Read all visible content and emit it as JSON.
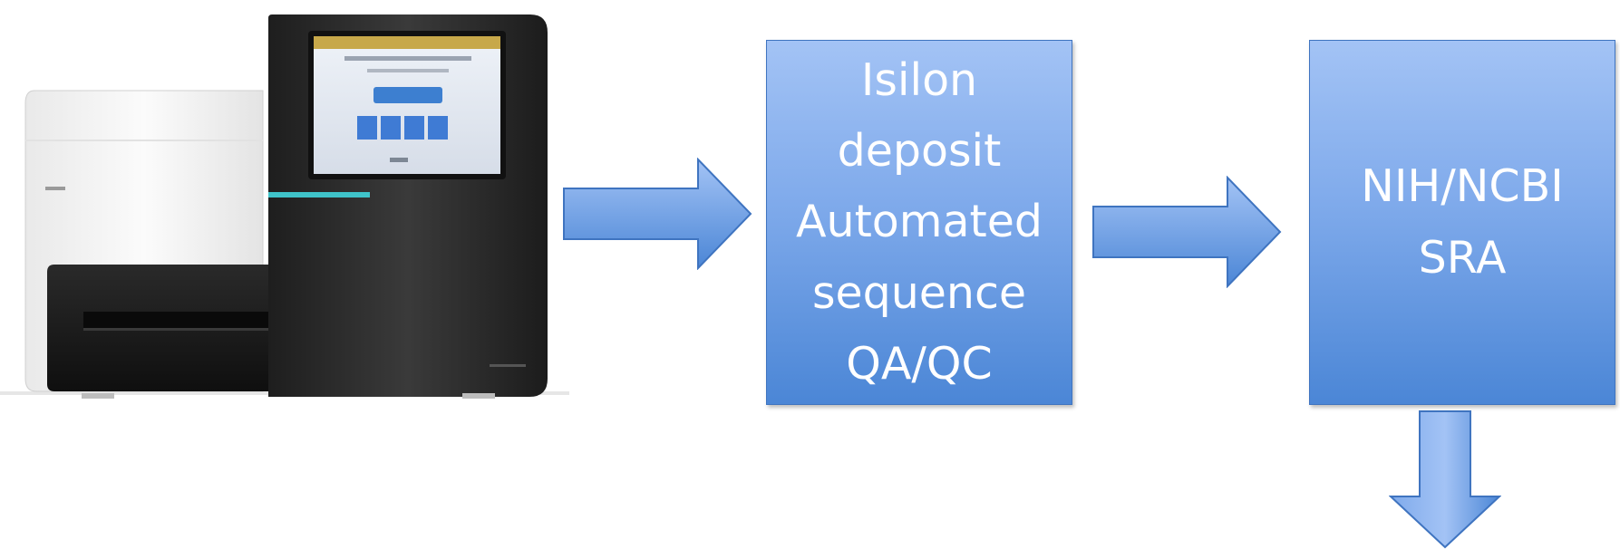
{
  "diagram": {
    "nodes": [
      {
        "id": "sequencer",
        "label": "",
        "kind": "image",
        "icon": "sequencing-instrument"
      },
      {
        "id": "isilon",
        "lines": [
          "Isilon",
          "deposit",
          "Automated",
          "sequence",
          "QA/QC"
        ]
      },
      {
        "id": "sra",
        "lines": [
          "NIH/NCBI",
          "SRA"
        ]
      }
    ],
    "edges": [
      {
        "from": "sequencer",
        "to": "isilon",
        "direction": "right"
      },
      {
        "from": "isilon",
        "to": "sra",
        "direction": "right"
      },
      {
        "from": "sra",
        "to": "",
        "direction": "down"
      }
    ],
    "colors": {
      "box_top": "#a3c3f5",
      "box_bottom": "#4b86d6",
      "box_border": "#3f74c0",
      "text": "#ffffff",
      "instrument_body": "#2b2b2b",
      "instrument_panel": "#f2f2f2",
      "accent_stripe": "#3fc3c9"
    }
  }
}
